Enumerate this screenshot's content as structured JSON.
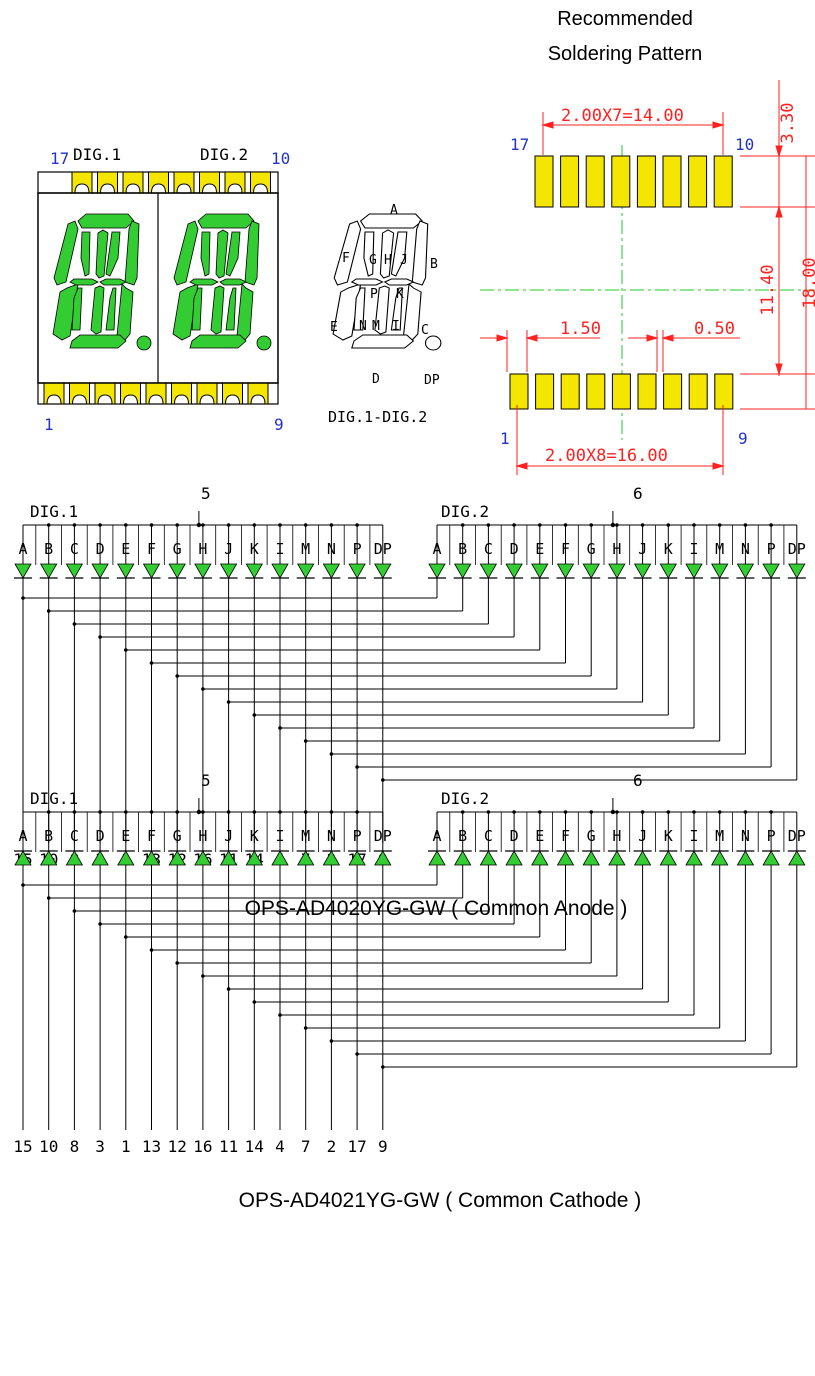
{
  "colors": {
    "green": "#33cc33",
    "yellow": "#f5e600",
    "blue": "#2233cc",
    "red": "#ff2020",
    "centerline": "#22cc22"
  },
  "package": {
    "dig1": "DIG.1",
    "dig2": "DIG.2",
    "pin_top_left": "17",
    "pin_top_right": "10",
    "pin_bottom_left": "1",
    "pin_bottom_right": "9"
  },
  "segment_map": {
    "letters": {
      "A": "A",
      "B": "B",
      "C": "C",
      "D": "D",
      "E": "E",
      "F": "F",
      "G": "G",
      "H": "H",
      "J": "J",
      "K": "K",
      "I": "I",
      "M": "M",
      "N": "N",
      "P": "P",
      "DP": "DP"
    },
    "caption": "DIG.1-DIG.2"
  },
  "solder": {
    "title_line1": "Recommended",
    "title_line2": "Soldering Pattern",
    "top_pitch": "2.00X7=14.00",
    "bottom_pitch": "2.00X8=16.00",
    "pad_width": "1.50",
    "gap": "0.50",
    "top_offset": "3.30",
    "row_spacing": "11.40",
    "overall_height": "18.00",
    "pin_top_left": "17",
    "pin_top_right": "10",
    "pin_bottom_left": "1",
    "pin_bottom_right": "9"
  },
  "segments": [
    "A",
    "B",
    "C",
    "D",
    "E",
    "F",
    "G",
    "H",
    "J",
    "K",
    "I",
    "M",
    "N",
    "P",
    "DP"
  ],
  "pins": [
    "15",
    "10",
    "8",
    "3",
    "1",
    "13",
    "12",
    "16",
    "11",
    "14",
    "4",
    "7",
    "2",
    "17",
    "9"
  ],
  "schematics": [
    {
      "dig1": "DIG.1",
      "dig2": "DIG.2",
      "common1": "5",
      "common2": "6",
      "title": "OPS-AD4020YG-GW ( Common Anode )",
      "diode": "anode"
    },
    {
      "dig1": "DIG.1",
      "dig2": "DIG.2",
      "common1": "5",
      "common2": "6",
      "title": "OPS-AD4021YG-GW ( Common  Cathode )",
      "diode": "cathode"
    }
  ]
}
